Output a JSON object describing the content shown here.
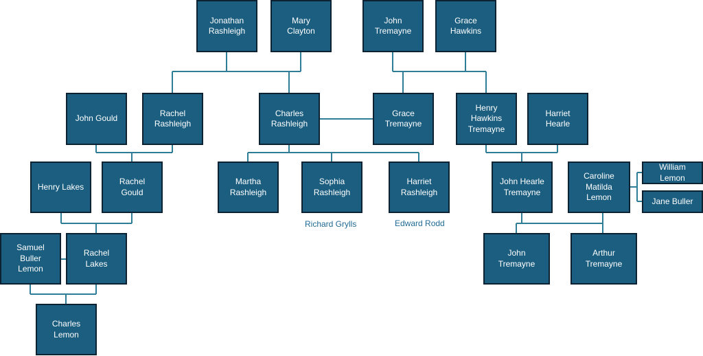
{
  "people": {
    "jonathan_rashleigh": "Jonathan\nRashleigh",
    "mary_clayton": "Mary\nClayton",
    "john_tremayne_sr": "John\nTremayne",
    "grace_hawkins": "Grace\nHawkins",
    "john_gould": "John Gould",
    "rachel_rashleigh": "Rachel\nRashleigh",
    "charles_rashleigh": "Charles\nRashleigh",
    "grace_tremayne": "Grace\nTremayne",
    "henry_hawkins_tremayne": "Henry\nHawkins\nTremayne",
    "harriet_hearle": "Harriet\nHearle",
    "henry_lakes": "Henry Lakes",
    "rachel_gould": "Rachel\nGould",
    "martha_rashleigh": "Martha\nRashleigh",
    "sophia_rashleigh": "Sophia\nRashleigh",
    "harriet_rashleigh": "Harriet\nRashleigh",
    "john_hearle_tremayne": "John Hearle\nTremayne",
    "caroline_matilda_lemon": "Caroline\nMatilda\nLemon",
    "william_lemon": "William\nLemon",
    "jane_buller": "Jane Buller",
    "samuel_buller_lemon": "Samuel\nBuller\nLemon",
    "rachel_lakes": "Rachel\nLakes",
    "john_tremayne_jr": "John\nTremayne",
    "arthur_tremayne": "Arthur\nTremayne",
    "charles_lemon": "Charles\nLemon"
  },
  "spouse_labels": {
    "sophia_spouse": "Richard Grylls",
    "harriet_spouse": "Edward Rodd"
  },
  "colors": {
    "box_fill": "#1b5e80",
    "box_border": "#0c2233",
    "connector": "#2e7d96",
    "label_text": "#1f6a94"
  }
}
